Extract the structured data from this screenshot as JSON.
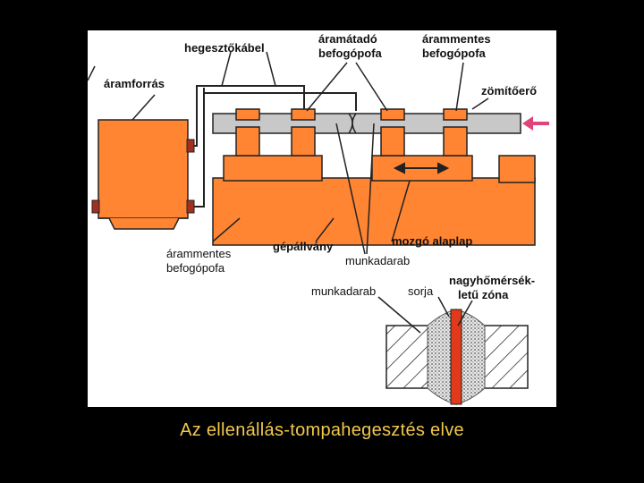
{
  "caption": "Az ellenállás-tompahegesztés elve",
  "colors": {
    "machine_orange": "#ff8533",
    "rail_gray": "#c8c8c8",
    "weld_red": "#e03a1a",
    "arrow_pink": "#e0457a",
    "background": "#000000",
    "caption_yellow": "#f2c94c"
  },
  "labels": {
    "hegesztokabel": "hegesztőkábel",
    "aramatado_1": "áramátadó",
    "aramatado_2": "befogópofa",
    "arammentes_top_1": "árammentes",
    "arammentes_top_2": "befogópofa",
    "aramforras": "áramforrás",
    "zomitoero": "zömítőerő",
    "arammentes_bottom_1": "árammentes",
    "arammentes_bottom_2": "befogópofa",
    "gepallvany": "gépállvány",
    "mozgo_alaplap": "mozgó alaplap",
    "munkadarab_1": "munkadarab",
    "munkadarab_2": "munkadarab",
    "sorja": "sorja",
    "nagyho_1": "nagyhőmérsék-",
    "nagyho_2": "letű zóna"
  }
}
